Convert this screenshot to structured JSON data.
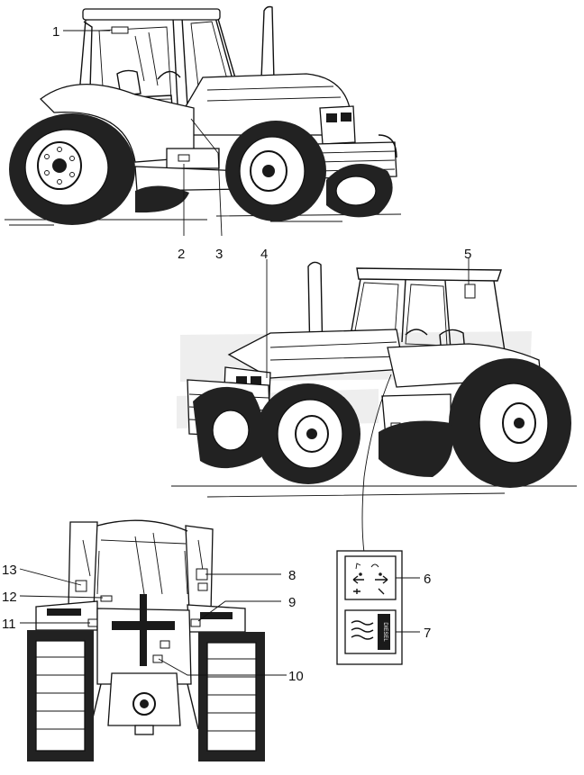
{
  "callouts": {
    "c1": "1",
    "c2": "2",
    "c3": "3",
    "c4": "4",
    "c5": "5",
    "c6": "6",
    "c7": "7",
    "c8": "8",
    "c9": "9",
    "c10": "10",
    "c11": "11",
    "c12": "12",
    "c13": "13"
  },
  "decals": {
    "decal_7_side_text": "DIESEL"
  },
  "icons": {
    "figures": [
      "tractor-side-view",
      "tractor-front-quarter-view",
      "tractor-rear-view"
    ],
    "decal_6": "lever-direction-symbols-icon",
    "decal_7": "heat-warning-icon"
  },
  "colors": {
    "ink": "#111111",
    "paper": "#ffffff",
    "shadow": "#d9d9d9"
  }
}
